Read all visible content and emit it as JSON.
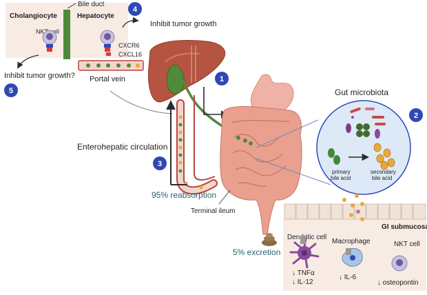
{
  "colors": {
    "badge": "#2f48b4",
    "liver": "#b55440",
    "gallbladder": "#4f8b3a",
    "intestine": "#e9a08f",
    "stomach": "#f0b2a6",
    "vessel": "#b5473e",
    "microbiota_circle": "#dde9f6",
    "submucosa_panel": "#f8ebe4",
    "arrow": "#2b2b2b"
  },
  "badges": [
    "1",
    "2",
    "3",
    "4",
    "5"
  ],
  "inset": {
    "cholangiocyte": "Cholangiocyte",
    "hepatocyte": "Hepatocyte",
    "bile_duct": "Bile duct",
    "nkt_cell": "NKT cell",
    "cxcr6": "CXCR6",
    "cxcl16": "CXCL16",
    "portal_vein": "Portal vein"
  },
  "outcomes": {
    "inhibit_tumor_growth": "Inhibit tumor growth",
    "inhibit_tumor_growth_q": "Inhibit tumor growth?"
  },
  "circulation": {
    "enterohepatic": "Enterohepatic circulation",
    "reabsorption": "95% reabsorption",
    "terminal_ileum": "Terminal ileum",
    "excretion": "5% excretion"
  },
  "microbiota": {
    "title": "Gut microbiota",
    "primary_line1": "primary",
    "primary_line2": "bile acid",
    "secondary_line1": "secondary",
    "secondary_line2": "bile acid"
  },
  "submucosa": {
    "title": "GI submucosa",
    "dendritic_cell": "Dendritic cell",
    "tnfa": "↓ TNFα",
    "il12": "↓ IL-12",
    "macrophage": "Macrophage",
    "il6": "↓ IL-6",
    "nkt_cell": "NKT cell",
    "osteopontin": "↓ osteopontin"
  }
}
